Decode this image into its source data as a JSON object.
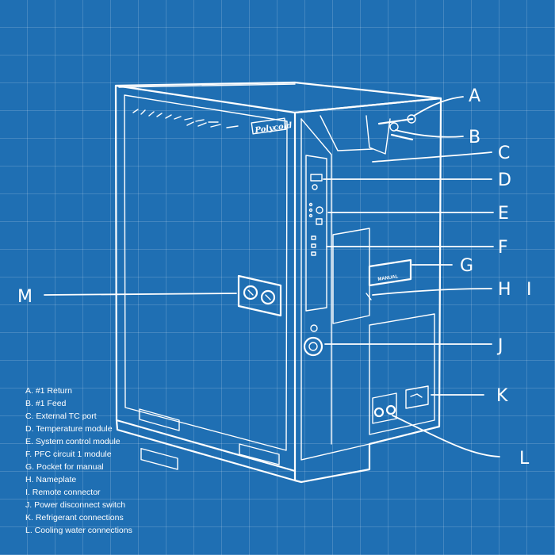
{
  "product": {
    "brand": "Polycold",
    "nameplate_label": "MANUAL"
  },
  "callouts": [
    "A",
    "B",
    "C",
    "D",
    "E",
    "F",
    "G",
    "H",
    "I",
    "J",
    "K",
    "L",
    "M"
  ],
  "legend": [
    "A. #1 Return",
    "B. #1 Feed",
    "C. External TC port",
    "D. Temperature module",
    "E. System control module",
    "F. PFC circuit 1 module",
    "G. Pocket for manual",
    "H. Nameplate",
    "I. Remote connector",
    "J. Power disconnect switch",
    "K. Refrigerant connections",
    "L. Cooling water connections"
  ],
  "colors": {
    "background": "#1f6fb3",
    "grid": "#ffffff",
    "ink": "#ffffff"
  }
}
